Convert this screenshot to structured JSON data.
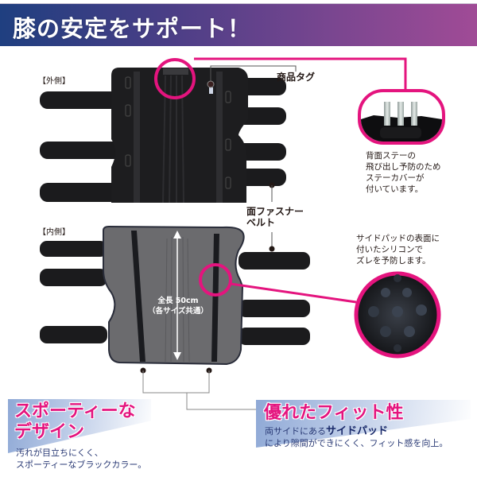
{
  "header": {
    "title": "膝の安定をサポート！",
    "gradient_start": "#1f3f80",
    "gradient_end": "#a04b96"
  },
  "views": {
    "outer": {
      "label": "【外側】"
    },
    "inner": {
      "label": "【内側】",
      "length_line1": "全長 50cm",
      "length_line2": "（各サイズ共通）"
    }
  },
  "callouts": {
    "product_tag": "商品タグ",
    "stay_cover": {
      "line1": "背面ステーの",
      "line2": "飛び出し予防のため",
      "line3": "ステーカバーが",
      "line4": "付いています。"
    },
    "fastener_belt": {
      "line1": "面ファスナー",
      "line2": "ベルト"
    },
    "silicone": {
      "line1": "サイドパッドの表面に",
      "line2": "付いたシリコンで",
      "line3": "ズレを予防します。"
    }
  },
  "features": {
    "sporty": {
      "title_line1": "スポーティーな",
      "title_line2": "デザイン",
      "desc_line1": "汚れが目立ちにくく、",
      "desc_line2": "スポーティーなブラックカラー。"
    },
    "fit": {
      "title": "優れたフィット性",
      "desc_prefix": "両サイドにある",
      "desc_bold": "サイドパッド",
      "desc_line2": "により隙間ができにくく、フィット感を向上。"
    }
  },
  "colors": {
    "accent_magenta": "#e4147e",
    "brace_black": "#1d1d1f",
    "brace_inner_gray": "#6b6b6e",
    "text_navy": "#2a3a75"
  }
}
